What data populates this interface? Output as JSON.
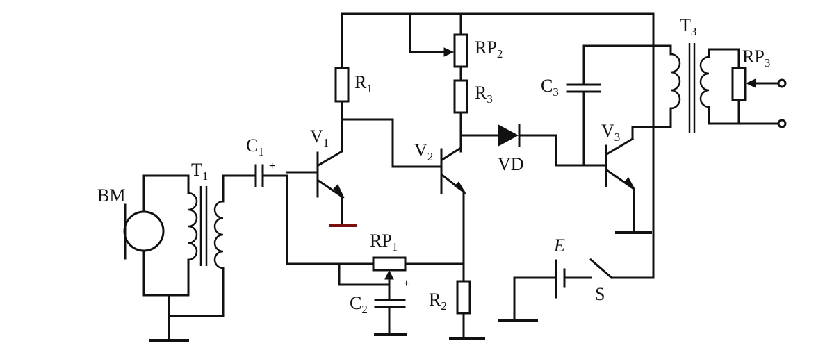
{
  "labels": {
    "bm": "BM",
    "t1": {
      "main": "T",
      "sub": "1"
    },
    "c1": {
      "main": "C",
      "sub": "1"
    },
    "c1_plus": "+",
    "v1": {
      "main": "V",
      "sub": "1"
    },
    "r1": {
      "main": "R",
      "sub": "1"
    },
    "v2": {
      "main": "V",
      "sub": "2"
    },
    "rp2": {
      "main": "RP",
      "sub": "2"
    },
    "r3": {
      "main": "R",
      "sub": "3"
    },
    "vd": "VD",
    "c3": {
      "main": "C",
      "sub": "3"
    },
    "t3": {
      "main": "T",
      "sub": "3"
    },
    "rp3": {
      "main": "RP",
      "sub": "3"
    },
    "v3": {
      "main": "V",
      "sub": "3"
    },
    "rp1": {
      "main": "RP",
      "sub": "1"
    },
    "c2": {
      "main": "C",
      "sub": "2"
    },
    "c2_plus": "+",
    "r2": {
      "main": "R",
      "sub": "2"
    },
    "e": "E",
    "s": "S"
  }
}
